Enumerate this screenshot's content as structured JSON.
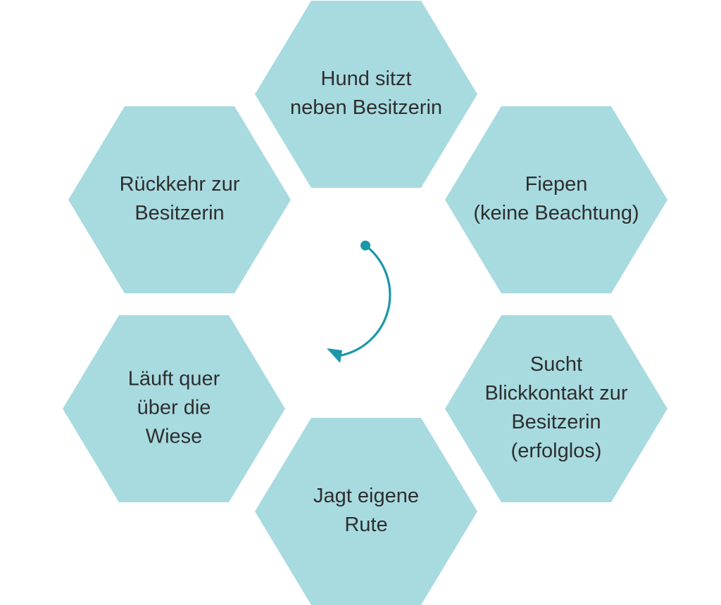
{
  "colors": {
    "hexagon_fill": "#a8dbe0",
    "text": "#2e2e2e",
    "arrow": "#1a97a8"
  },
  "diagram": {
    "type": "cycle",
    "direction": "clockwise",
    "steps": [
      {
        "id": "hund-sitzt",
        "lines": [
          "Hund sitzt",
          "neben Besitzerin"
        ]
      },
      {
        "id": "fiepen",
        "lines": [
          "Fiepen",
          "(keine Beachtung)"
        ]
      },
      {
        "id": "sucht-blickkontakt",
        "lines": [
          "Sucht",
          "Blickkontakt zur",
          "Besitzerin",
          "(erfolglos)"
        ]
      },
      {
        "id": "jagt-rute",
        "lines": [
          "Jagt eigene",
          "Rute"
        ]
      },
      {
        "id": "laeuft-quer",
        "lines": [
          "Läuft quer",
          "über die",
          "Wiese"
        ]
      },
      {
        "id": "rueckkehr",
        "lines": [
          "Rückkehr zur",
          "Besitzerin"
        ]
      }
    ]
  }
}
